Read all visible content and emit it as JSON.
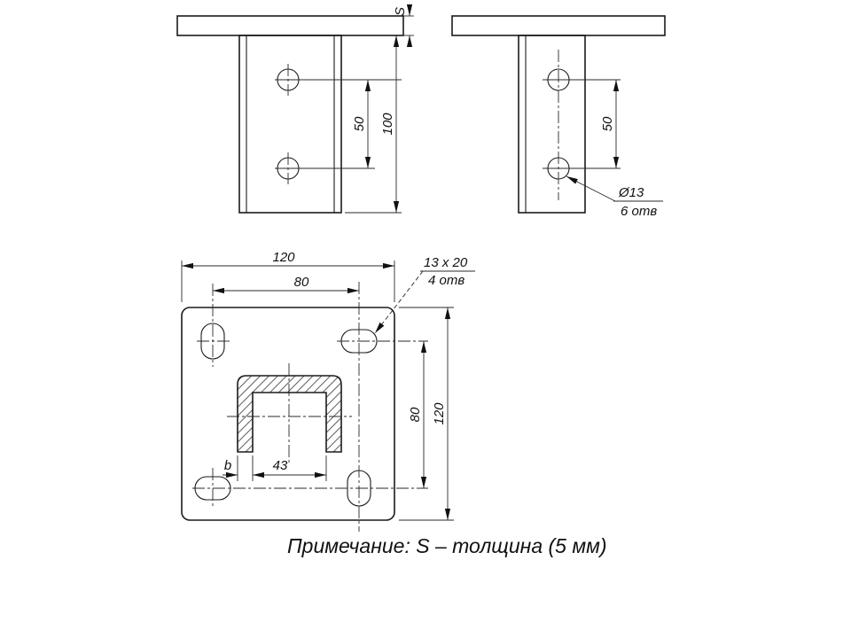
{
  "front_view": {
    "dim_hole_spacing": "50",
    "dim_height": "100",
    "thickness_symbol": "S"
  },
  "side_view": {
    "dim_hole_spacing": "50",
    "hole_diameter": "Ø13",
    "hole_count": "6 отв"
  },
  "plan_view": {
    "dim_width": "120",
    "dim_slot_spacing_h": "80",
    "dim_height": "120",
    "dim_slot_spacing_v": "80",
    "slot_size": "13 x 20",
    "slot_count": "4 отв",
    "dim_leg_thickness": "b",
    "dim_channel_inner_width": "43"
  },
  "note": "Примечание: S – толщина (5 мм)"
}
